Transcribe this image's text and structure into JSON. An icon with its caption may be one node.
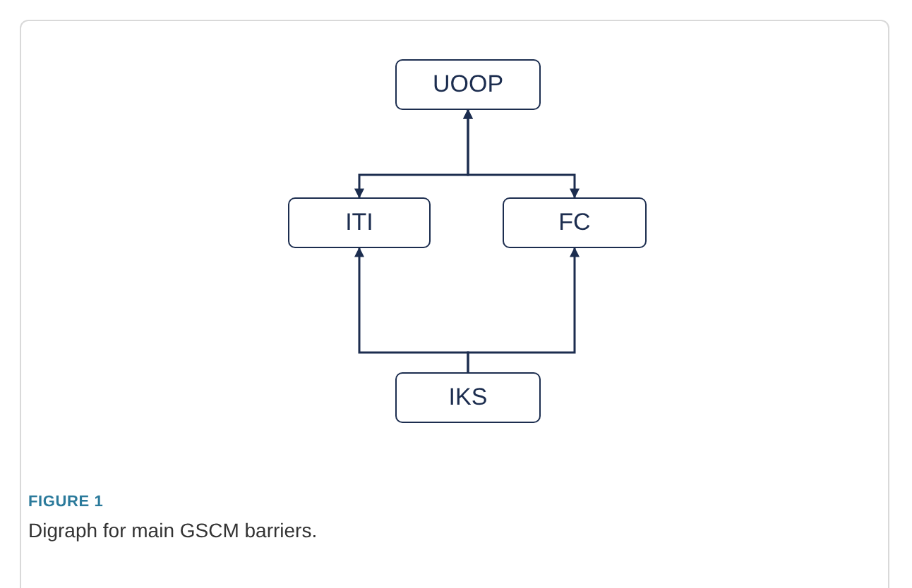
{
  "diagram": {
    "caption": "Digraph for main GSCM barriers.",
    "nodes": [
      {
        "text": [
          "UOOP"
        ]
      },
      {
        "text": [
          "ITI"
        ]
      },
      {
        "text": [
          "FC"
        ]
      },
      {
        "text": [
          "IKS"
        ]
      }
    ],
    "edges": [
      {
        "from": 1,
        "to": 0,
        "arrow": "both"
      },
      {
        "from": 2,
        "to": 0,
        "arrow": "both"
      },
      {
        "from": 3,
        "to": 1,
        "arrow": "to"
      },
      {
        "from": 3,
        "to": 2,
        "arrow": "to"
      }
    ],
    "labels": [
      "FIGURE 1"
    ]
  }
}
